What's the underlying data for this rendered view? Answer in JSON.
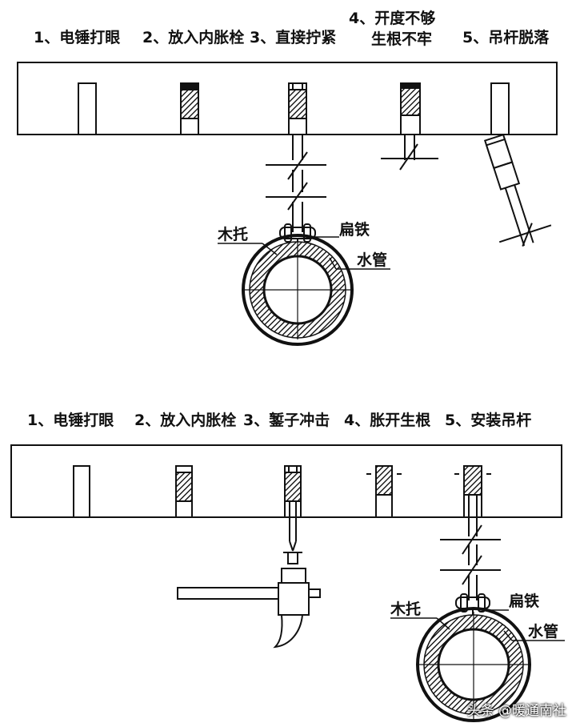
{
  "top": {
    "steps": [
      "1、电锤打眼",
      "2、放入内胀栓",
      "3、直接拧紧",
      "4、开度不够",
      "5、吊杆脱落"
    ],
    "step4_line2": "生根不牢",
    "labels": {
      "wood": "木托",
      "flat_iron": "扁铁",
      "water_pipe": "水管"
    }
  },
  "bottom": {
    "steps": [
      "1、电锤打眼",
      "2、放入内胀栓",
      "3、錾子冲击",
      "4、胀开生根",
      "5、安装吊杆"
    ],
    "labels": {
      "wood": "木托",
      "flat_iron": "扁铁",
      "water_pipe": "水管"
    }
  },
  "watermark": "头条 @暖通南社"
}
